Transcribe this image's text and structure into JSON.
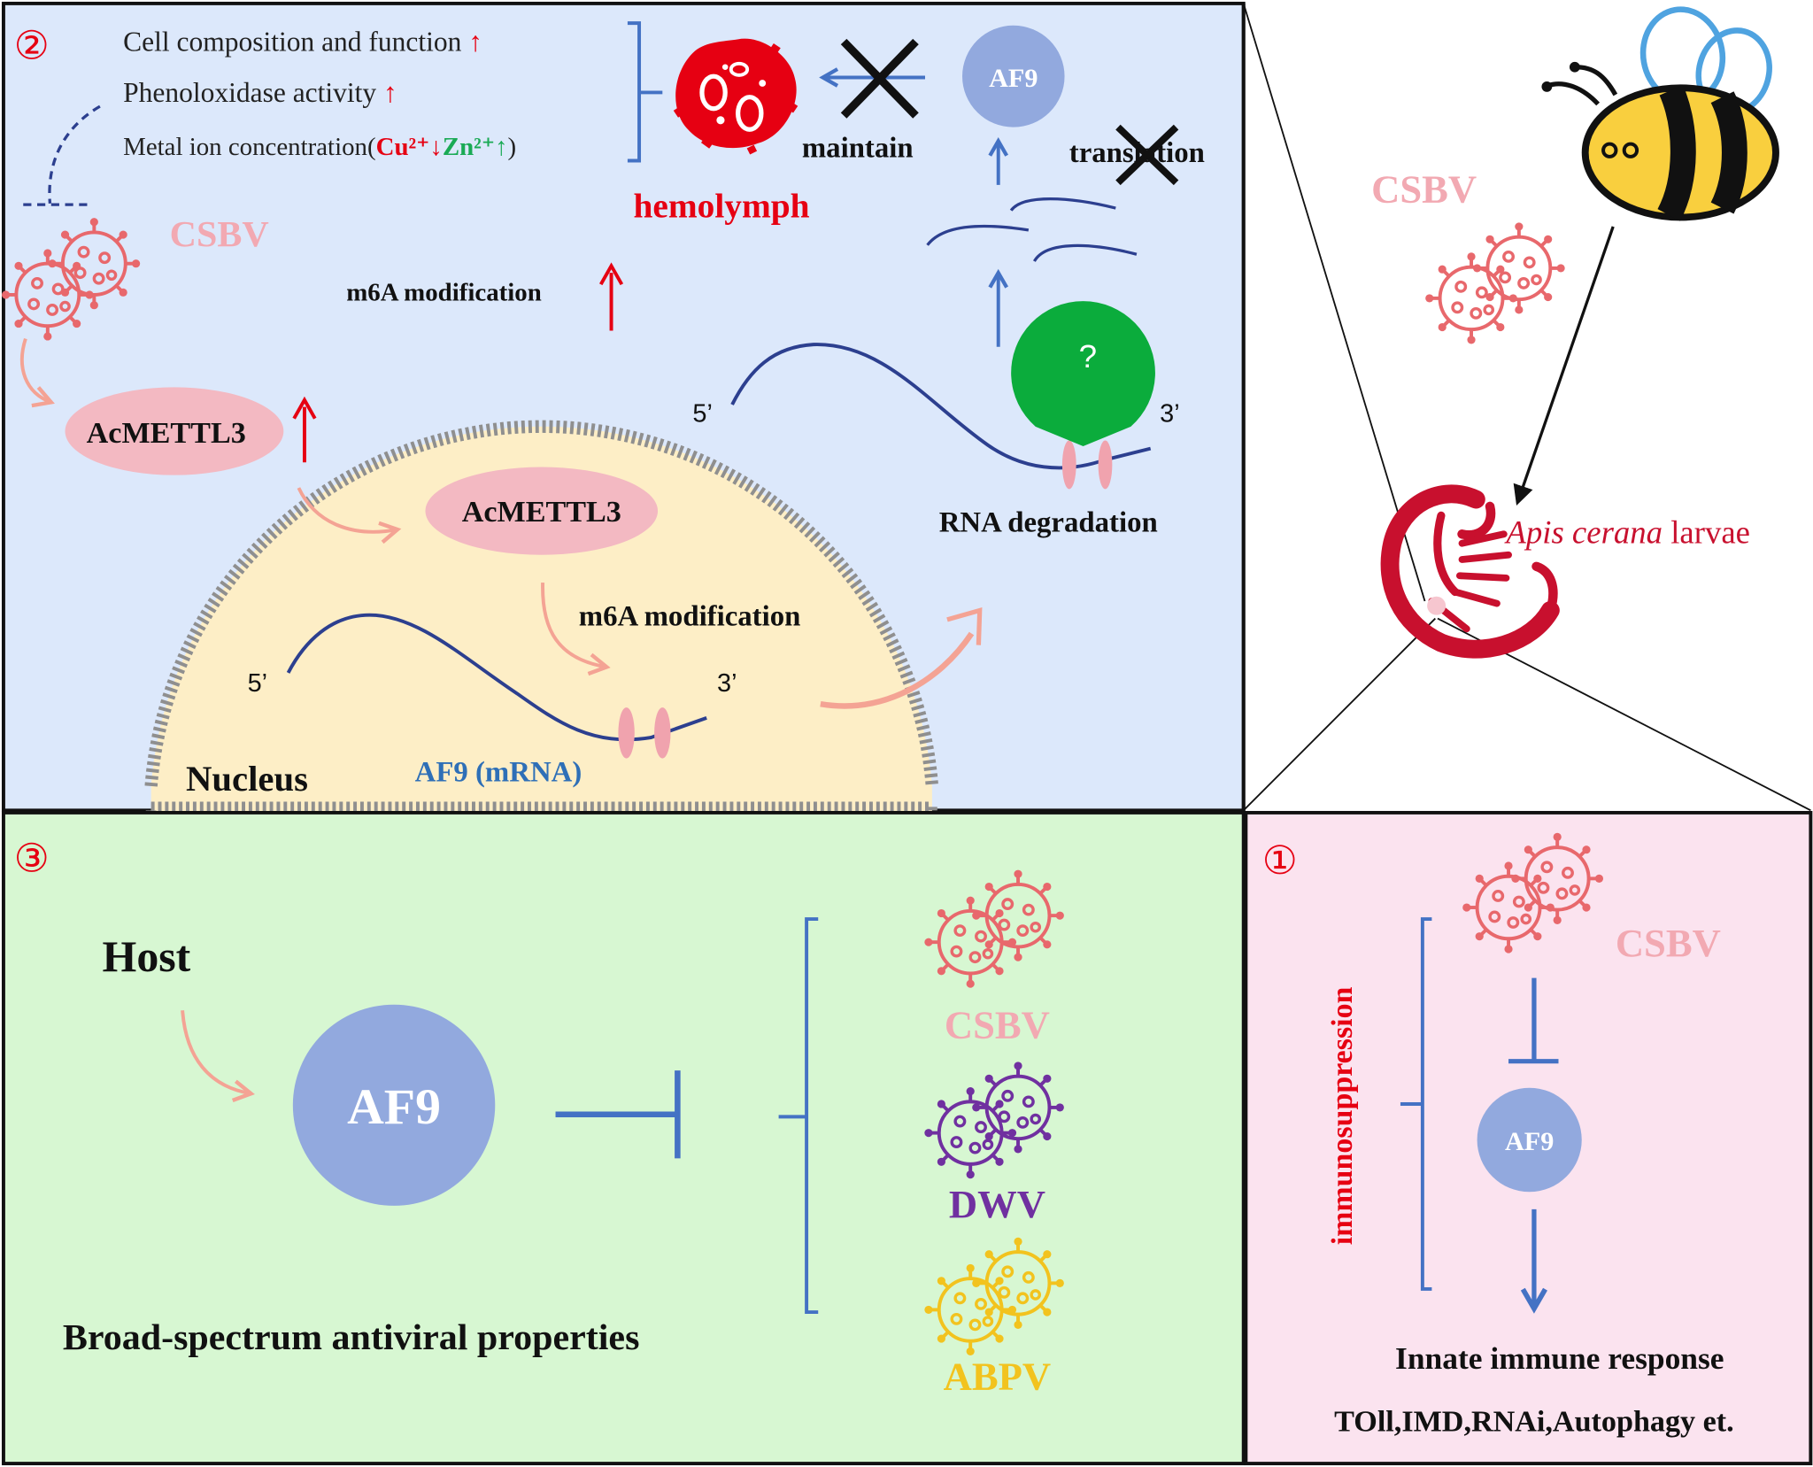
{
  "colors": {
    "panel2_bg": "#dce8fb",
    "panel3_bg": "#d7f7d2",
    "panel1_bg": "#fbe3ef",
    "nucleus_fill": "#fdeec6",
    "nucleus_border": "#8c8c8c",
    "circle_blue": "#92a9de",
    "pill_pink": "#f3b9c2",
    "virus_red": "#e8686c",
    "virus_purple": "#7030a0",
    "virus_yellow": "#f2c31e",
    "hemolymph_red": "#e60012",
    "dark_blue": "#2c3f8f",
    "arrow_blue": "#4472c4",
    "salmon": "#f4a394",
    "red": "#e60012",
    "green": "#1aaa55",
    "green_pac": "#0bac3c",
    "label_pink": "#f2a9b2",
    "larvae_red": "#c8102e"
  },
  "panel2": {
    "num": "②",
    "effect1": "Cell composition and function",
    "effect2": "Phenoloxidase activity",
    "up": "↑",
    "down": "↓",
    "effect3_prefix": "Metal ion concentration(",
    "effect3_cu": "Cu²⁺",
    "effect3_zn": "Zn²⁺",
    "effect3_suffix": ")",
    "hemolymph": "hemolymph",
    "maintain": "maintain",
    "af9": "AF9",
    "translation": "translation",
    "csbv": "CSBV",
    "m6a_mod": "m6A modification",
    "acmettl3": "AcMETTL3",
    "five_prime": "5’",
    "three_prime": "3’",
    "question": "?",
    "rna_degradation": "RNA degradation",
    "nucleus": "Nucleus",
    "af9_mrna": "AF9 (mRNA)"
  },
  "panel3": {
    "num": "③",
    "host": "Host",
    "af9": "AF9",
    "viruses": [
      "CSBV",
      "DWV",
      "ABPV"
    ],
    "broad": "Broad-spectrum antiviral properties"
  },
  "panel1": {
    "num": "①",
    "csbv": "CSBV",
    "immunosuppression": "immunosuppression",
    "af9": "AF9",
    "innate": "Innate immune response",
    "pathways": "TOll,IMD,RNAi,Autophagy et."
  },
  "overview": {
    "csbv": "CSBV",
    "larvae_italic": "Apis cerana",
    "larvae_plain": " larvae"
  }
}
